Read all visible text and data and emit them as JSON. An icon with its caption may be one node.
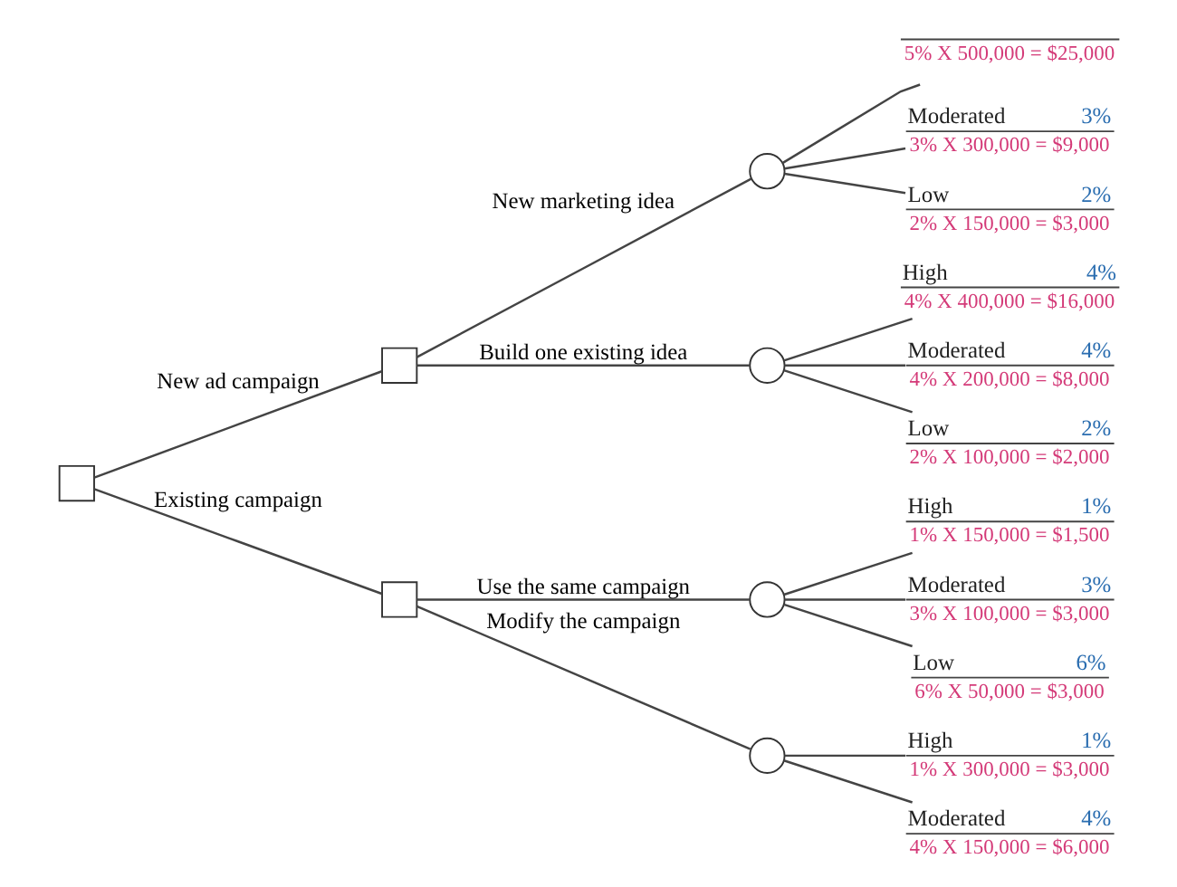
{
  "diagram": {
    "nodes": [
      {
        "text": [],
        "shape": "box"
      },
      {
        "text": [],
        "shape": "box"
      },
      {
        "text": [],
        "shape": "box"
      },
      {
        "text": [],
        "shape": "circle"
      },
      {
        "text": [],
        "shape": "circle"
      },
      {
        "text": [],
        "shape": "circle"
      },
      {
        "text": [],
        "shape": "circle"
      },
      {
        "text": [
          "5% X 500,000 = $25,000"
        ]
      },
      {
        "text": [
          "Moderated",
          "3%",
          "3% X 300,000 = $9,000"
        ]
      },
      {
        "text": [
          "Low",
          "2%",
          "2% X 150,000 = $3,000"
        ]
      },
      {
        "text": [
          "High",
          "4%",
          "4% X 400,000 = $16,000"
        ]
      },
      {
        "text": [
          "Moderated",
          "4%",
          "4% X 200,000 = $8,000"
        ]
      },
      {
        "text": [
          "Low",
          "2%",
          "2% X 100,000 = $2,000"
        ]
      },
      {
        "text": [
          "High",
          "1%",
          "1% X 150,000 = $1,500"
        ]
      },
      {
        "text": [
          "Moderated",
          "3%",
          "3% X 100,000 = $3,000"
        ]
      },
      {
        "text": [
          "Low",
          "6%",
          "6% X 50,000 = $3,000"
        ]
      },
      {
        "text": [
          "High",
          "1%",
          "1% X 300,000 = $3,000"
        ]
      },
      {
        "text": [
          "Moderated",
          "4%",
          "4% X 150,000 = $6,000"
        ]
      }
    ],
    "edges": [
      {
        "from": 0,
        "to": 1,
        "arrow": "none",
        "label": "New ad campaign"
      },
      {
        "from": 0,
        "to": 2,
        "arrow": "none",
        "label": "Existing campaign"
      },
      {
        "from": 1,
        "to": 3,
        "arrow": "none",
        "label": "New marketing idea"
      },
      {
        "from": 1,
        "to": 4,
        "arrow": "none",
        "label": "Build one existing idea"
      },
      {
        "from": 2,
        "to": 5,
        "arrow": "none",
        "label": "Use the same campaign"
      },
      {
        "from": 2,
        "to": 6,
        "arrow": "none",
        "label": "Modify the campaign"
      },
      {
        "from": 3,
        "to": 7,
        "arrow": "none"
      },
      {
        "from": 3,
        "to": 8,
        "arrow": "none"
      },
      {
        "from": 3,
        "to": 9,
        "arrow": "none"
      },
      {
        "from": 4,
        "to": 10,
        "arrow": "none"
      },
      {
        "from": 4,
        "to": 11,
        "arrow": "none"
      },
      {
        "from": 4,
        "to": 12,
        "arrow": "none"
      },
      {
        "from": 5,
        "to": 13,
        "arrow": "none"
      },
      {
        "from": 5,
        "to": 14,
        "arrow": "none"
      },
      {
        "from": 5,
        "to": 15,
        "arrow": "none"
      },
      {
        "from": 6,
        "to": 16,
        "arrow": "none"
      },
      {
        "from": 6,
        "to": 17,
        "arrow": "none"
      }
    ]
  }
}
